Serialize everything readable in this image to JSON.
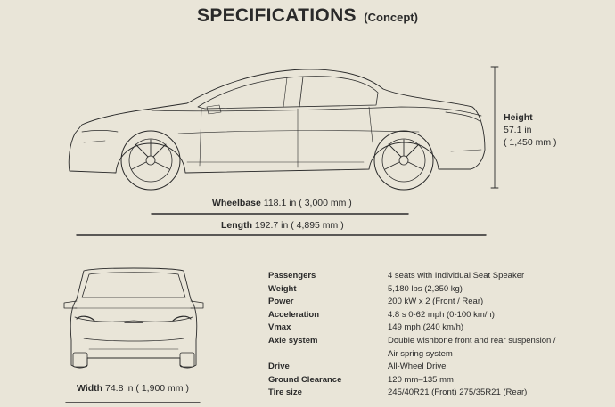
{
  "header": {
    "title": "SPECIFICATIONS",
    "subtitle": "(Concept)"
  },
  "dimensions": {
    "height": {
      "label": "Height",
      "imperial": "57.1 in",
      "metric": "( 1,450 mm )"
    },
    "wheelbase": {
      "label": "Wheelbase",
      "value": "118.1 in ( 3,000 mm )"
    },
    "length": {
      "label": "Length",
      "value": "192.7 in ( 4,895 mm )"
    },
    "width": {
      "label": "Width",
      "value": "74.8 in ( 1,900 mm )"
    }
  },
  "specs": [
    {
      "key": "Passengers",
      "value": "4 seats with Individual Seat Speaker"
    },
    {
      "key": "Weight",
      "value": "5,180 lbs (2,350 kg)"
    },
    {
      "key": "Power",
      "value": "200 kW x 2 (Front / Rear)"
    },
    {
      "key": "Acceleration",
      "value": "4.8 s 0-62 mph (0-100 km/h)"
    },
    {
      "key": "Vmax",
      "value": "149 mph (240 km/h)"
    },
    {
      "key": "Axle system",
      "value": "Double wishbone front and rear suspension /",
      "value2": "Air spring system"
    },
    {
      "key": "Drive",
      "value": "All-Wheel Drive"
    },
    {
      "key": "Ground Clearance",
      "value": "120 mm–135 mm"
    },
    {
      "key": "Tire size",
      "value": "245/40R21 (Front) 275/35R21 (Rear)"
    }
  ],
  "colors": {
    "background": "#e9e5d8",
    "ink": "#2a2a2a"
  }
}
